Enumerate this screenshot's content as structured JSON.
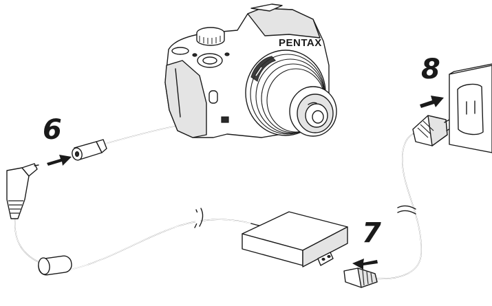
{
  "camera": {
    "brand_text": "PENTAX"
  },
  "steps": {
    "step_6": "6",
    "step_7": "7",
    "step_8": "8"
  },
  "colors": {
    "line": "#1a1a1a",
    "shade": "#e4e4e4",
    "background": "#ffffff"
  },
  "icons": {
    "camera": "camera-icon",
    "lens": "lens-icon",
    "dc_plug": "dc-plug-icon",
    "ac_adapter": "ac-adapter-icon",
    "wall_outlet": "wall-outlet-icon",
    "arrow": "arrow-icon"
  }
}
